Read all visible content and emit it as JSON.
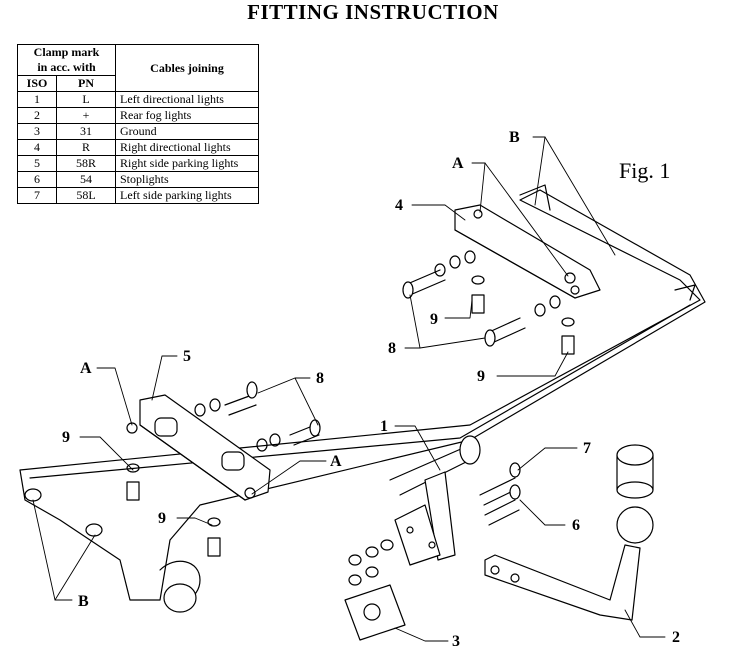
{
  "title": "FITTING INSTRUCTION",
  "table": {
    "header_clamp_line1": "Clamp mark",
    "header_clamp_line2": "in acc. with",
    "header_cables": "Cables joining",
    "header_iso": "ISO",
    "header_pn": "PN",
    "rows": [
      {
        "iso": "1",
        "pn": "L",
        "desc": "Left directional lights"
      },
      {
        "iso": "2",
        "pn": "+",
        "desc": "Rear fog lights"
      },
      {
        "iso": "3",
        "pn": "31",
        "desc": "Ground"
      },
      {
        "iso": "4",
        "pn": "R",
        "desc": "Right directional lights"
      },
      {
        "iso": "5",
        "pn": "58R",
        "desc": "Right side parking lights"
      },
      {
        "iso": "6",
        "pn": "54",
        "desc": "Stoplights"
      },
      {
        "iso": "7",
        "pn": "58L",
        "desc": "Left side parking lights"
      }
    ]
  },
  "figure_label": "Fig. 1",
  "callouts": {
    "a_top": "A",
    "b_top": "B",
    "n4": "4",
    "n9_top": "9",
    "n8_top": "8",
    "n9_right": "9",
    "a_left": "A",
    "n5": "5",
    "n8_left": "8",
    "n9_left": "9",
    "a_mid": "A",
    "n9_mid": "9",
    "n1": "1",
    "n7": "7",
    "n6": "6",
    "n2": "2",
    "n3": "3",
    "b_bottom": "B"
  }
}
